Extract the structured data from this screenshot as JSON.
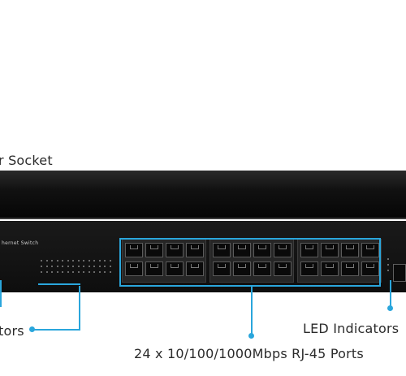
{
  "labels": {
    "power_socket": "r Socket",
    "left_indicators": "tors",
    "led_indicators": "LED Indicators",
    "ports": "24 x 10/100/1000Mbps RJ-45 Ports"
  },
  "device": {
    "brand_text": "hernet Switch"
  },
  "colors": {
    "accent": "#2aa6dc",
    "device_body": "#111111"
  }
}
